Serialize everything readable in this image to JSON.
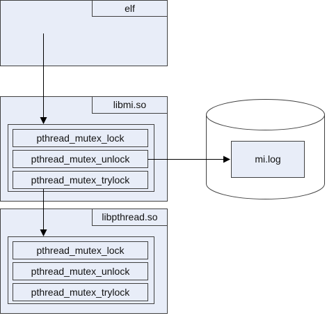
{
  "modules": {
    "elf": {
      "label": "elf"
    },
    "libmi": {
      "label": "libmi.so",
      "functions": [
        "pthread_mutex_lock",
        "pthread_mutex_unlock",
        "pthread_mutex_trylock"
      ]
    },
    "libpthread": {
      "label": "libpthread.so",
      "functions": [
        "pthread_mutex_lock",
        "pthread_mutex_unlock",
        "pthread_mutex_trylock"
      ]
    }
  },
  "storage": {
    "label": "mi.log"
  },
  "colors": {
    "box_fill": "#e8edf8",
    "border": "#404040",
    "line": "#000000",
    "text": "#111111"
  }
}
